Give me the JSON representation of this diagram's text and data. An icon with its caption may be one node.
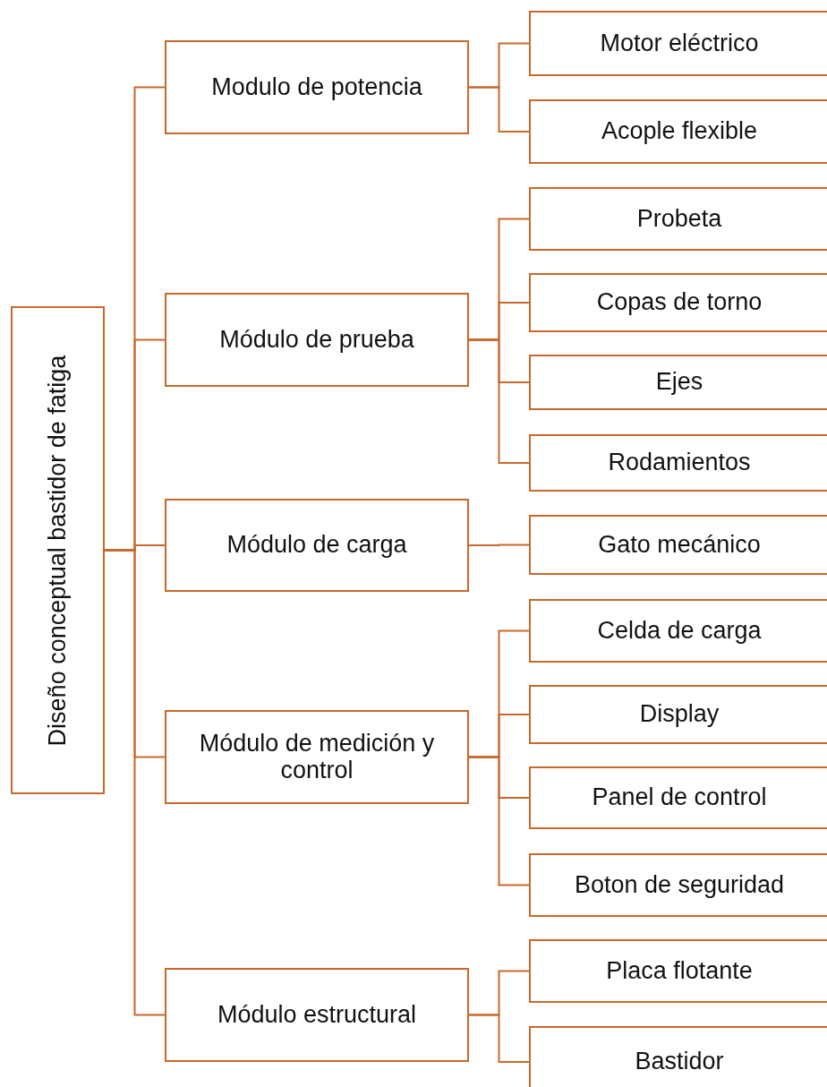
{
  "diagram": {
    "nodes": [
      {
        "text": [
          "Diseño conceptual bastidor de fatiga"
        ]
      },
      {
        "text": [
          "Modulo de potencia"
        ]
      },
      {
        "text": [
          "Motor eléctrico"
        ]
      },
      {
        "text": [
          "Acople flexible"
        ]
      },
      {
        "text": [
          "Módulo de prueba"
        ]
      },
      {
        "text": [
          "Probeta"
        ]
      },
      {
        "text": [
          "Copas de torno"
        ]
      },
      {
        "text": [
          "Ejes"
        ]
      },
      {
        "text": [
          "Rodamientos"
        ]
      },
      {
        "text": [
          "Módulo de carga"
        ]
      },
      {
        "text": [
          "Gato mecánico"
        ]
      },
      {
        "text": [
          "Módulo de medición y control"
        ]
      },
      {
        "text": [
          "Celda de carga"
        ]
      },
      {
        "text": [
          "Display"
        ]
      },
      {
        "text": [
          "Panel de control"
        ]
      },
      {
        "text": [
          "Boton de seguridad"
        ]
      },
      {
        "text": [
          "Módulo estructural"
        ]
      },
      {
        "text": [
          "Placa flotante"
        ]
      },
      {
        "text": [
          "Bastidor"
        ]
      }
    ],
    "edges": [
      {
        "from": 0,
        "to": 1,
        "arrow": "none"
      },
      {
        "from": 0,
        "to": 4,
        "arrow": "none"
      },
      {
        "from": 0,
        "to": 9,
        "arrow": "none"
      },
      {
        "from": 0,
        "to": 11,
        "arrow": "none"
      },
      {
        "from": 0,
        "to": 16,
        "arrow": "none"
      },
      {
        "from": 1,
        "to": 2,
        "arrow": "none"
      },
      {
        "from": 1,
        "to": 3,
        "arrow": "none"
      },
      {
        "from": 4,
        "to": 5,
        "arrow": "none"
      },
      {
        "from": 4,
        "to": 6,
        "arrow": "none"
      },
      {
        "from": 4,
        "to": 7,
        "arrow": "none"
      },
      {
        "from": 4,
        "to": 8,
        "arrow": "none"
      },
      {
        "from": 9,
        "to": 10,
        "arrow": "none"
      },
      {
        "from": 11,
        "to": 12,
        "arrow": "none"
      },
      {
        "from": 11,
        "to": 13,
        "arrow": "none"
      },
      {
        "from": 11,
        "to": 14,
        "arrow": "none"
      },
      {
        "from": 11,
        "to": 15,
        "arrow": "none"
      },
      {
        "from": 16,
        "to": 17,
        "arrow": "none"
      },
      {
        "from": 16,
        "to": 18,
        "arrow": "none"
      }
    ]
  }
}
